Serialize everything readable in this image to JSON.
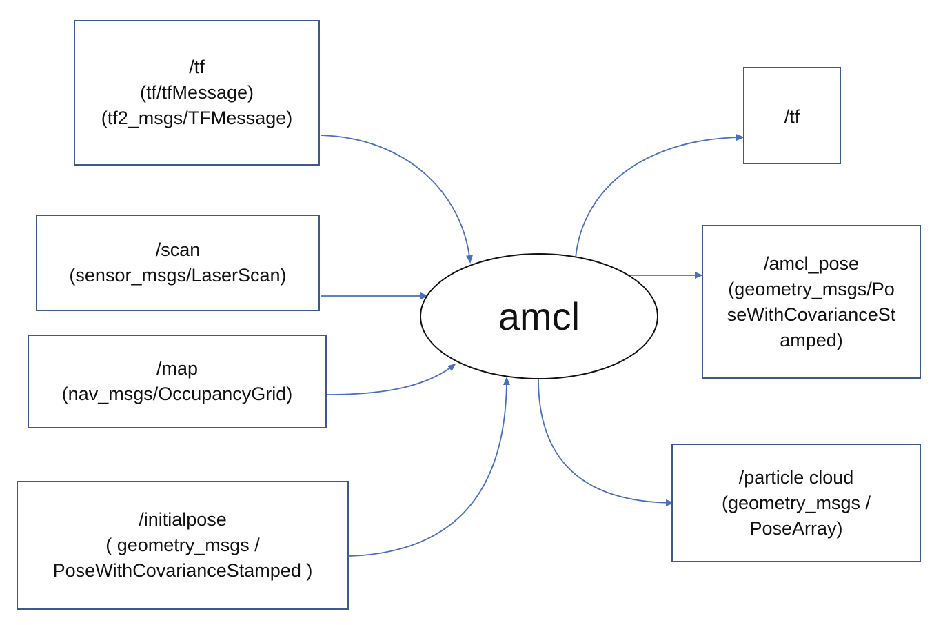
{
  "center_node": {
    "label": "amcl"
  },
  "inputs": [
    {
      "id": "tf_in",
      "lines": [
        "/tf",
        "(tf/tfMessage)",
        "(tf2_msgs/TFMessage)"
      ]
    },
    {
      "id": "scan",
      "lines": [
        "/scan",
        "(sensor_msgs/LaserScan)"
      ]
    },
    {
      "id": "map",
      "lines": [
        "/map",
        "(nav_msgs/OccupancyGrid)"
      ]
    },
    {
      "id": "initialpose",
      "lines": [
        "/initialpose",
        "( geometry_msgs /",
        "PoseWithCovarianceStamped )"
      ]
    }
  ],
  "outputs": [
    {
      "id": "tf_out",
      "lines": [
        "/tf"
      ]
    },
    {
      "id": "amcl_pose",
      "lines": [
        "/amcl_pose",
        "(geometry_msgs/Po",
        "seWithCovarianceSt",
        "amped)"
      ]
    },
    {
      "id": "particle_cloud",
      "lines": [
        "/particle cloud",
        "(geometry_msgs /",
        "PoseArray)"
      ]
    }
  ],
  "colors": {
    "box_border": "#3d5a8a",
    "arrow": "#4a6fbf",
    "ellipse_border": "#111111",
    "text": "#111111"
  }
}
